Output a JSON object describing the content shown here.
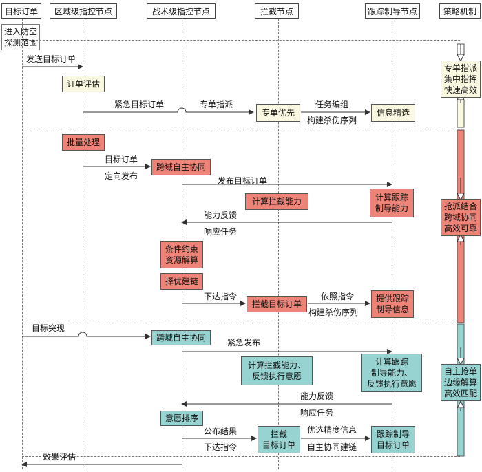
{
  "lanes": {
    "target_order": "目标订单",
    "regional": "区域级指控节点",
    "tactical": "战术级指控节点",
    "intercept": "拦截节点",
    "tracking": "跟踪制导节点",
    "strategy": "策略机制"
  },
  "phase1": {
    "enter": "进入防空\n探测范围",
    "send_order": "发送目标订单",
    "order_eval": "订单评估",
    "urgent_order": "紧急目标订单",
    "dedicated_assign": "专单指派",
    "dedicated_priority": "专单优先",
    "task_compile": "任务编组",
    "info_select": "信息精选",
    "kill_chain": "构建杀伤序列",
    "strategy": "专单指派\n集中指挥\n快速高效"
  },
  "phase2": {
    "batch": "批量处理",
    "target_order": "目标订单",
    "directed_publish": "定向发布",
    "cross_domain": "跨域自主协同",
    "publish_order": "发布目标订单",
    "calc_intercept": "计算拦截能力",
    "calc_track": "计算跟踪\n制导能力",
    "capability_fb": "能力反馈",
    "respond_task": "响应任务",
    "constraint": "条件约束\n资源解算",
    "select_chain": "择优建链",
    "issue_cmd": "下达指令",
    "intercept_order": "拦截目标订单",
    "according_cmd": "依照指令",
    "kill_chain": "构建杀伤序列",
    "provide_track": "提供跟踪\n制导信息",
    "strategy": "抢派结合\n跨域协同\n高效可靠"
  },
  "phase3": {
    "breakthrough": "目标突现",
    "cross_domain": "跨域自主协同",
    "urgent_publish": "紧急发布",
    "calc_intercept": "计算拦截能力、\n反馈执行意愿",
    "calc_track": "计算跟踪\n制导能力、\n反馈执行意愿",
    "capability_fb": "能力反馈",
    "respond_task": "响应任务",
    "willing_sort": "意愿排序",
    "publish_result": "公布结果",
    "issue_cmd": "下达指令",
    "intercept_order": "拦截\n目标订单",
    "select_precision": "优选精度信息",
    "auto_chain": "自主协同建链",
    "track_order": "跟踪制导\n目标订单",
    "effect_eval": "效果评估",
    "strategy": "自主抢单\n边缘解算\n高效匹配"
  },
  "colors": {
    "cream": "#fbf8e1",
    "red": "#ee8378",
    "teal": "#97d3d0",
    "line": "#333333"
  }
}
